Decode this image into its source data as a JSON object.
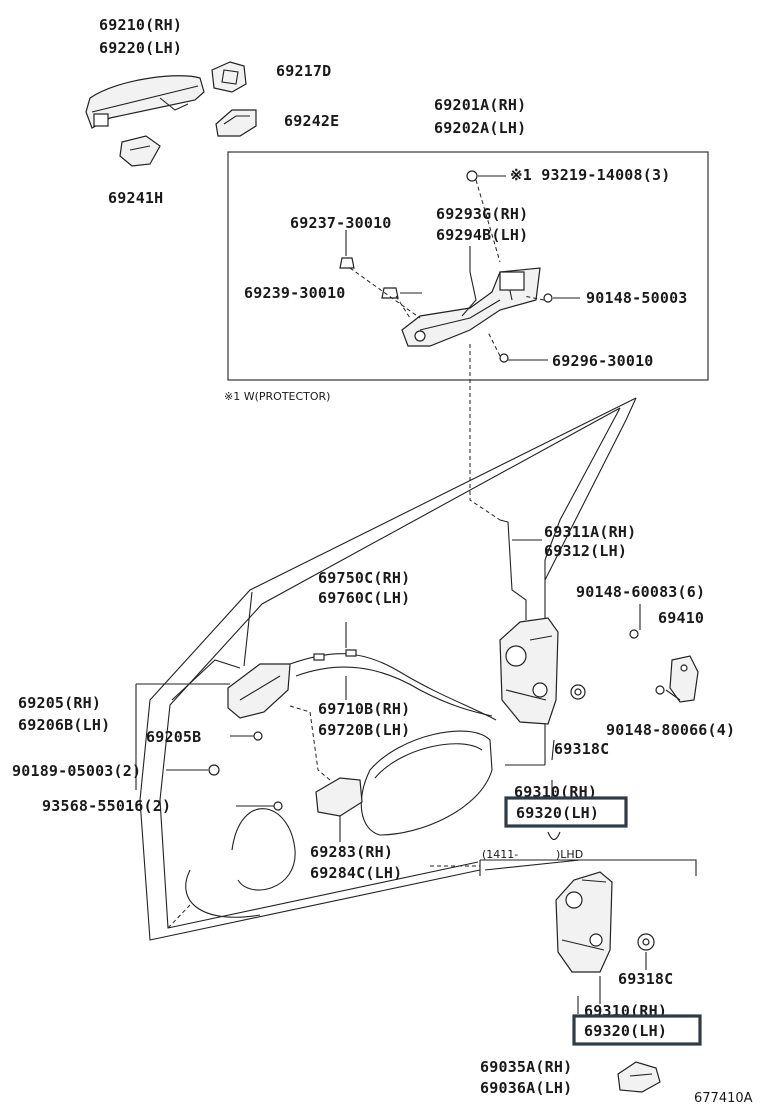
{
  "labels": {
    "p69210": "69210(RH)",
    "p69220": "69220(LH)",
    "p69217d": "69217D",
    "p69242e": "69242E",
    "p69241h": "69241H",
    "p69201a": "69201A(RH)",
    "p69202a": "69202A(LH)",
    "p93219": "※1 93219-14008(3)",
    "p69293g": "69293G(RH)",
    "p69294b": "69294B(LH)",
    "p69237": "69237-30010",
    "p69239": "69239-30010",
    "p90148_50003": "90148-50003",
    "p69296": "69296-30010",
    "note_protector": "※1 W(PROTECTOR)",
    "p69311a": "69311A(RH)",
    "p69312": "69312(LH)",
    "p69750c": "69750C(RH)",
    "p69760c": "69760C(LH)",
    "p90148_60083": "90148-60083(6)",
    "p69410": "69410",
    "p69205": "69205(RH)",
    "p69206b": "69206B(LH)",
    "p69710b": "69710B(RH)",
    "p69720b": "69720B(LH)",
    "p69205b": "69205B",
    "p90148_80066": "90148-80066(4)",
    "p69318c_a": "69318C",
    "p90189": "90189-05003(2)",
    "p69310_a": "69310(RH)",
    "p69320_a": "69320(LH)",
    "p93568": "93568-55016(2)",
    "p69283": "69283(RH)",
    "p69284c": "69284C(LH)",
    "note_1411": "(1411-",
    "note_lhd": ")LHD",
    "p69318c_b": "69318C",
    "p69310_b": "69310(RH)",
    "p69320_b": "69320(LH)",
    "p69035a": "69035A(RH)",
    "p69036a": "69036A(LH)",
    "fig_id": "677410A"
  }
}
